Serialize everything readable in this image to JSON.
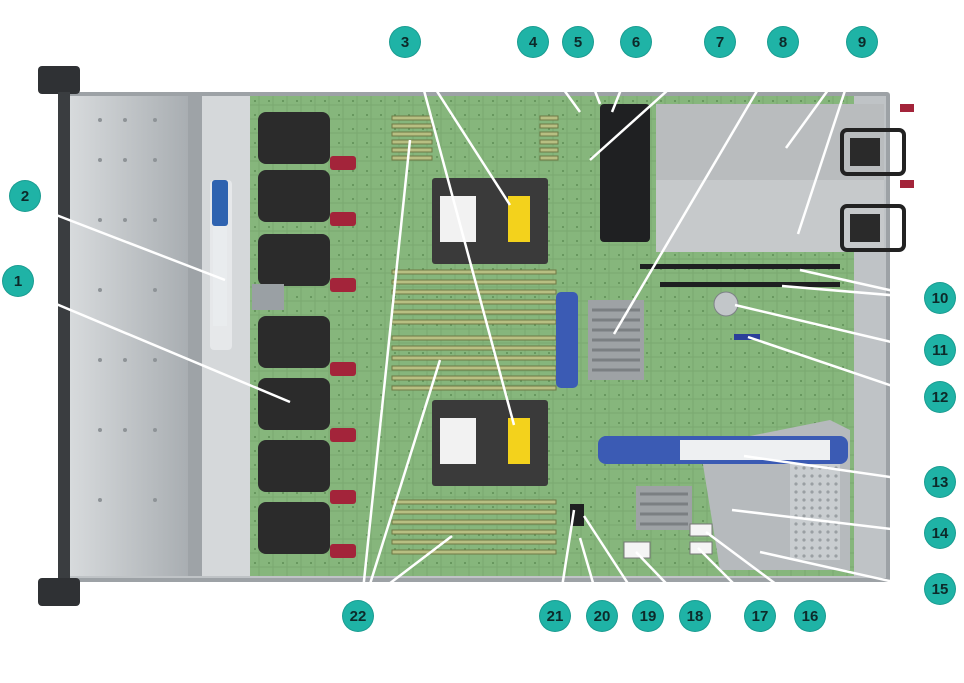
{
  "figure": {
    "subject": "server-chassis-top-view",
    "colors": {
      "callout": "#1fb3a6",
      "callout_text": "#0d2a2a",
      "board": "#86b67c",
      "chassis": "#bfc3c6",
      "fan": "#2b2b2b",
      "fan_latch": "#a3243a",
      "dimm": "#b7bf82",
      "heatsink": "#3a3a3a",
      "riser_blue": "#3b5bb4",
      "psu": "#b9bcbe"
    },
    "callouts": [
      {
        "label": "1"
      },
      {
        "label": "2"
      },
      {
        "label": "3"
      },
      {
        "label": "4"
      },
      {
        "label": "5"
      },
      {
        "label": "6"
      },
      {
        "label": "7"
      },
      {
        "label": "8"
      },
      {
        "label": "9"
      },
      {
        "label": "10"
      },
      {
        "label": "11"
      },
      {
        "label": "12"
      },
      {
        "label": "13"
      },
      {
        "label": "14"
      },
      {
        "label": "15"
      },
      {
        "label": "16"
      },
      {
        "label": "17"
      },
      {
        "label": "18"
      },
      {
        "label": "19"
      },
      {
        "label": "20"
      },
      {
        "label": "21"
      },
      {
        "label": "22"
      }
    ]
  }
}
